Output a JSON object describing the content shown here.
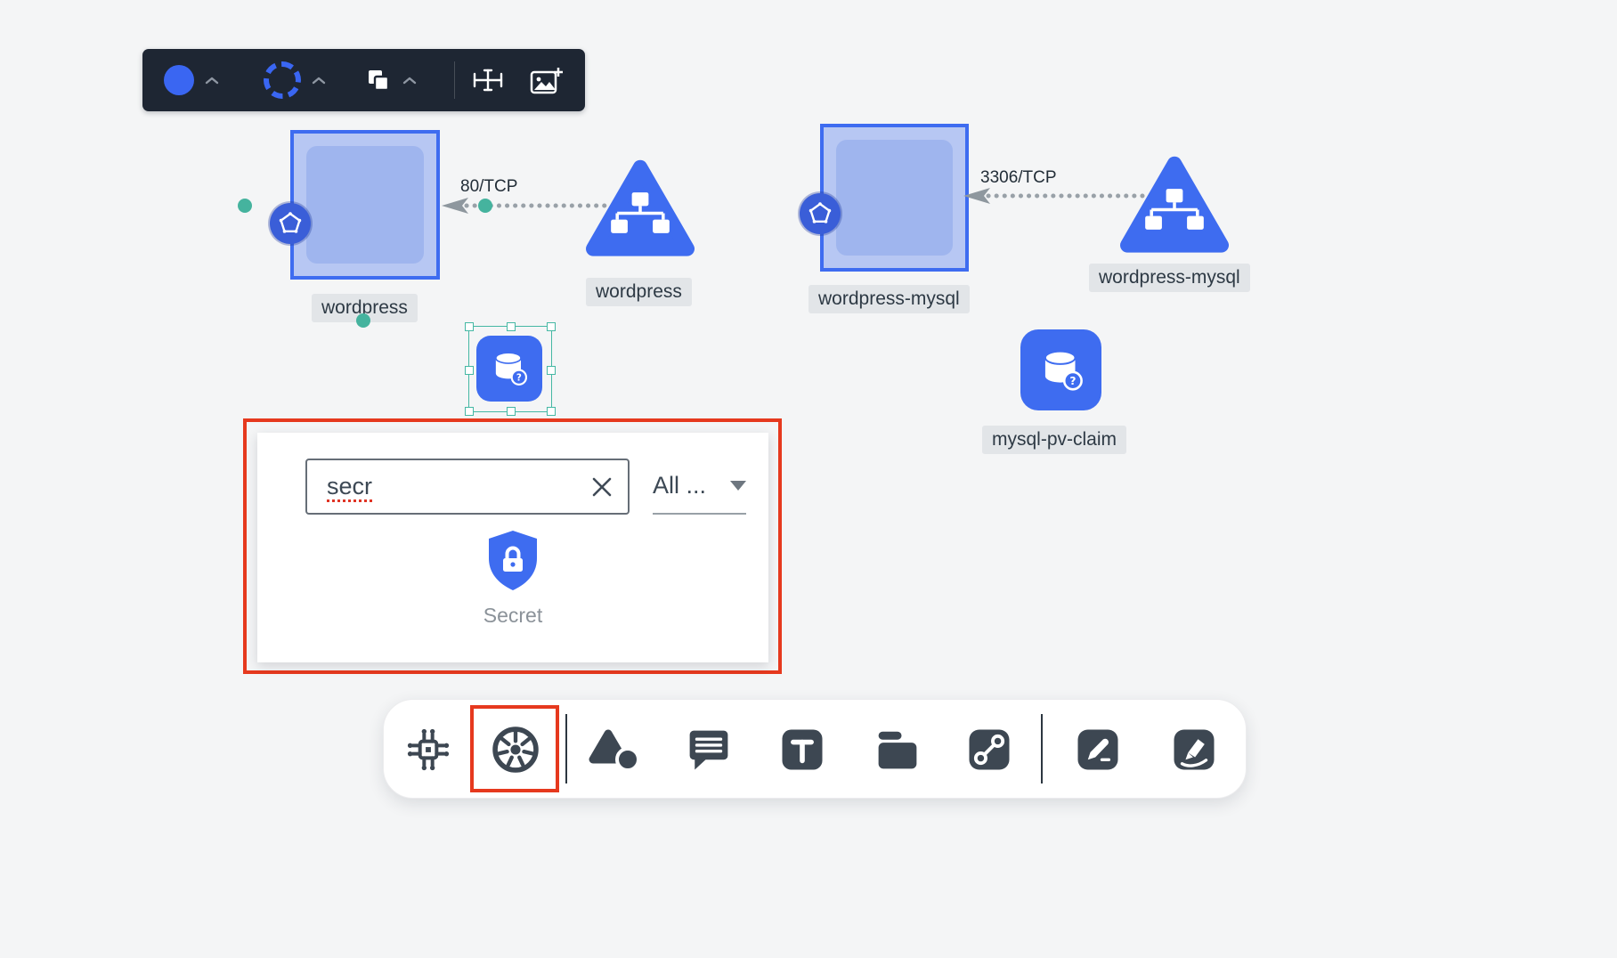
{
  "colors": {
    "accent_blue": "#3e6cf0",
    "node_fill": "#b7c7f3",
    "badge_blue": "#3a5ed8",
    "selection_teal": "#45b8a4",
    "alert_red": "#e6391e",
    "toolbar_dark": "#1e2633",
    "icon_dark": "#3d4752"
  },
  "style_toolbar": {
    "items": [
      "fill-color",
      "border-style",
      "layers",
      "resize-text",
      "add-image"
    ]
  },
  "diagram": {
    "pods": [
      {
        "label": "wordpress"
      },
      {
        "label": "wordpress-mysql"
      }
    ],
    "services": [
      {
        "label": "wordpress"
      },
      {
        "label": "wordpress-mysql"
      }
    ],
    "volumes": [
      {
        "label": "mysql-pv-claim"
      }
    ],
    "edges": [
      {
        "label": "80/TCP"
      },
      {
        "label": "3306/TCP"
      }
    ]
  },
  "shape_picker": {
    "search": {
      "value": "secr"
    },
    "filter": {
      "value": "All ..."
    },
    "results": [
      {
        "label": "Secret"
      }
    ]
  },
  "dock": {
    "icons": [
      "network-chip",
      "kubernetes",
      "shapes",
      "comment",
      "text",
      "frame",
      "connector",
      "pen",
      "highlighter"
    ]
  }
}
